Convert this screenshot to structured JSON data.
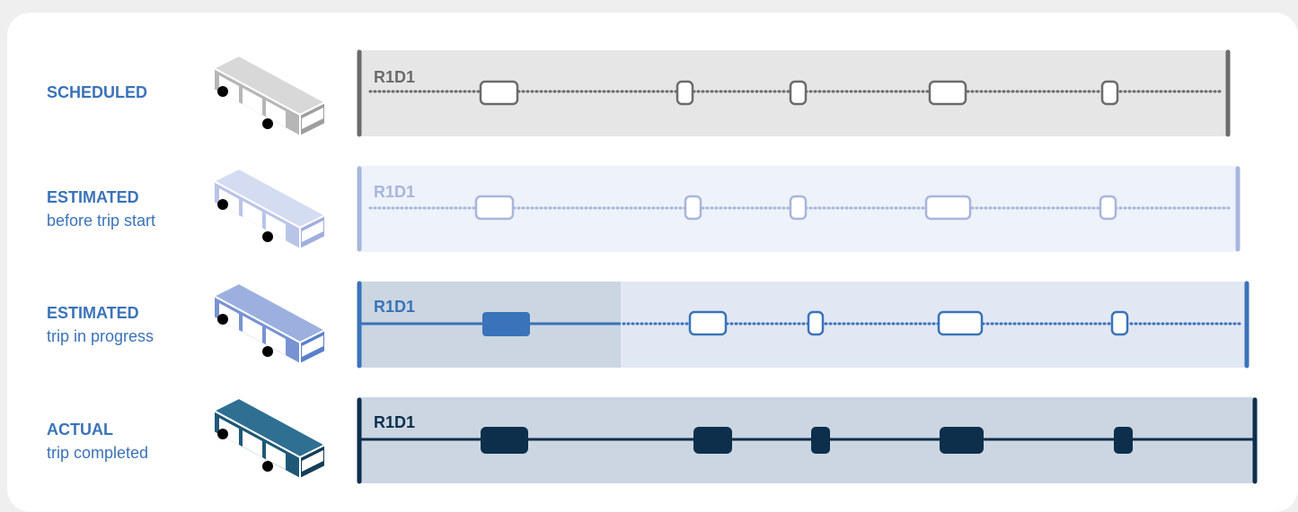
{
  "rows": [
    {
      "title": "SCHEDULED",
      "subtitle": "",
      "route_label": "R1D1",
      "progress": 0,
      "colors": {
        "text": "#3a73b9",
        "label": "#6b6b6b",
        "bg": "#e6e6e6",
        "line": "#6b6b6b",
        "stop_fill": "#ffffff",
        "bus_body": "#b6b6b6",
        "bus_top": "#d8d8d8",
        "bus_side": "#9e9e9e"
      }
    },
    {
      "title": "ESTIMATED",
      "subtitle": "before trip start",
      "route_label": "R1D1",
      "progress": 0,
      "colors": {
        "text": "#3a73b9",
        "label": "#a7b6dc",
        "bg": "#eef2fa",
        "line": "#a7b6dc",
        "stop_fill": "#ffffff",
        "bus_body": "#b8c4e8",
        "bus_top": "#d4dcf2",
        "bus_side": "#a0aede"
      }
    },
    {
      "title": "ESTIMATED",
      "subtitle": "trip in progress",
      "route_label": "R1D1",
      "progress": 0.3,
      "colors": {
        "text": "#3a73b9",
        "label": "#3a73b9",
        "bg": "#e2e7f4",
        "done_bg": "#cbd6e2",
        "line": "#3a73b9",
        "stop_fill": "#ffffff",
        "done_stop_fill": "#3a73b9",
        "bus_body": "#7893d3",
        "bus_top": "#9cb0df",
        "bus_side": "#5a7fcb"
      }
    },
    {
      "title": "ACTUAL",
      "subtitle": "trip completed",
      "route_label": "R1D1",
      "progress": 1,
      "colors": {
        "text": "#3a73b9",
        "label": "#0d2f4b",
        "bg": "#cbd6e2",
        "line": "#0d2f4b",
        "stop_fill": "#0d2f4b",
        "bus_body": "#1f5877",
        "bus_top": "#2f6f92",
        "bus_side": "#143e58"
      }
    }
  ]
}
